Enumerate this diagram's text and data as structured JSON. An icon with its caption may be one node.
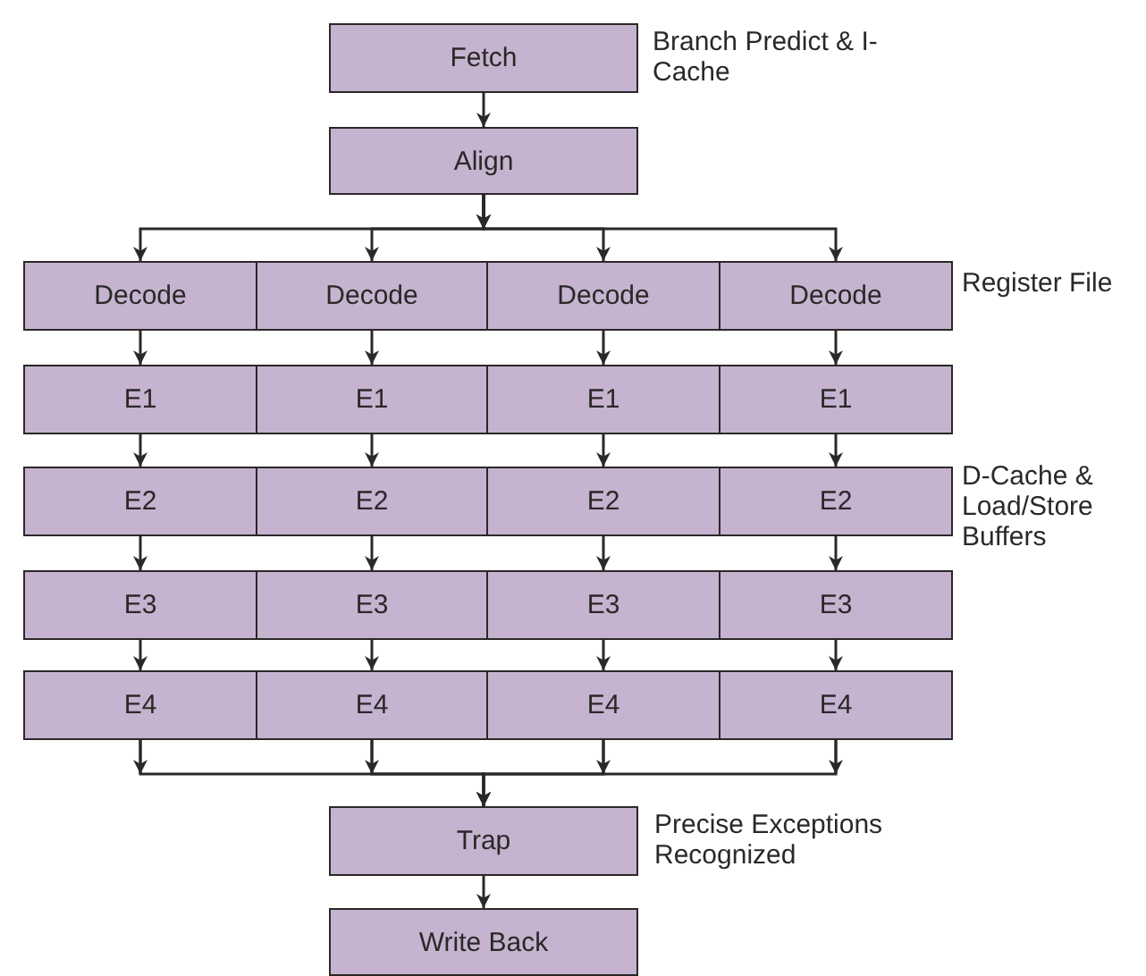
{
  "diagram": {
    "nodes": [
      {
        "text": [
          "Fetch"
        ],
        "beside": [
          "Branch Predict & I-Cache"
        ]
      },
      {
        "text": [
          "Align"
        ]
      },
      {
        "text": [
          "Decode"
        ]
      },
      {
        "text": [
          "Decode"
        ]
      },
      {
        "text": [
          "Decode"
        ]
      },
      {
        "text": [
          "Decode"
        ],
        "beside": [
          "Register File"
        ]
      },
      {
        "text": [
          "E1"
        ]
      },
      {
        "text": [
          "E1"
        ]
      },
      {
        "text": [
          "E1"
        ]
      },
      {
        "text": [
          "E1"
        ]
      },
      {
        "text": [
          "E2"
        ]
      },
      {
        "text": [
          "E2"
        ]
      },
      {
        "text": [
          "E2"
        ]
      },
      {
        "text": [
          "E2"
        ],
        "beside": [
          "D-Cache & Load/Store Buffers"
        ]
      },
      {
        "text": [
          "E3"
        ]
      },
      {
        "text": [
          "E3"
        ]
      },
      {
        "text": [
          "E3"
        ]
      },
      {
        "text": [
          "E3"
        ]
      },
      {
        "text": [
          "E4"
        ]
      },
      {
        "text": [
          "E4"
        ]
      },
      {
        "text": [
          "E4"
        ]
      },
      {
        "text": [
          "E4"
        ]
      },
      {
        "text": [
          "Trap"
        ],
        "beside": [
          "Precise Exceptions Recognized"
        ]
      },
      {
        "text": [
          "Write Back"
        ]
      }
    ],
    "edges": [
      {
        "from": 0,
        "to": 1,
        "arrow": "to"
      },
      {
        "from": 1,
        "to": 2,
        "arrow": "to"
      },
      {
        "from": 1,
        "to": 3,
        "arrow": "to"
      },
      {
        "from": 1,
        "to": 4,
        "arrow": "to"
      },
      {
        "from": 1,
        "to": 5,
        "arrow": "to"
      },
      {
        "from": 2,
        "to": 6,
        "arrow": "to"
      },
      {
        "from": 3,
        "to": 7,
        "arrow": "to"
      },
      {
        "from": 4,
        "to": 8,
        "arrow": "to"
      },
      {
        "from": 5,
        "to": 9,
        "arrow": "to"
      },
      {
        "from": 6,
        "to": 10,
        "arrow": "to"
      },
      {
        "from": 7,
        "to": 11,
        "arrow": "to"
      },
      {
        "from": 8,
        "to": 12,
        "arrow": "to"
      },
      {
        "from": 9,
        "to": 13,
        "arrow": "to"
      },
      {
        "from": 10,
        "to": 14,
        "arrow": "to"
      },
      {
        "from": 11,
        "to": 15,
        "arrow": "to"
      },
      {
        "from": 12,
        "to": 16,
        "arrow": "to"
      },
      {
        "from": 13,
        "to": 17,
        "arrow": "to"
      },
      {
        "from": 14,
        "to": 18,
        "arrow": "to"
      },
      {
        "from": 15,
        "to": 19,
        "arrow": "to"
      },
      {
        "from": 16,
        "to": 20,
        "arrow": "to"
      },
      {
        "from": 17,
        "to": 21,
        "arrow": "to"
      },
      {
        "from": 18,
        "to": 22,
        "arrow": "to"
      },
      {
        "from": 19,
        "to": 22,
        "arrow": "to"
      },
      {
        "from": 20,
        "to": 22,
        "arrow": "to"
      },
      {
        "from": 21,
        "to": 22,
        "arrow": "to"
      },
      {
        "from": 22,
        "to": 23,
        "arrow": "to"
      }
    ]
  }
}
